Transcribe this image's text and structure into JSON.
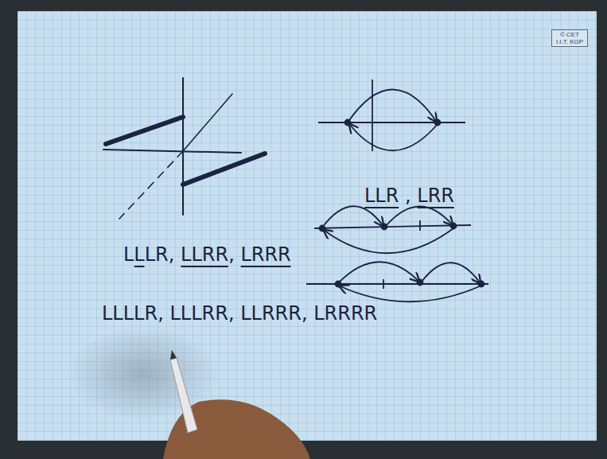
{
  "diagram": {
    "nodes": [
      {
        "text": [
          "© CET I.I.T. KGP"
        ]
      }
    ],
    "labels": [
      "LLR , LRR",
      "LLLR, LLRR, LRRR",
      "LLLLR, LLLRR, LLRRR, LRRRR"
    ]
  }
}
